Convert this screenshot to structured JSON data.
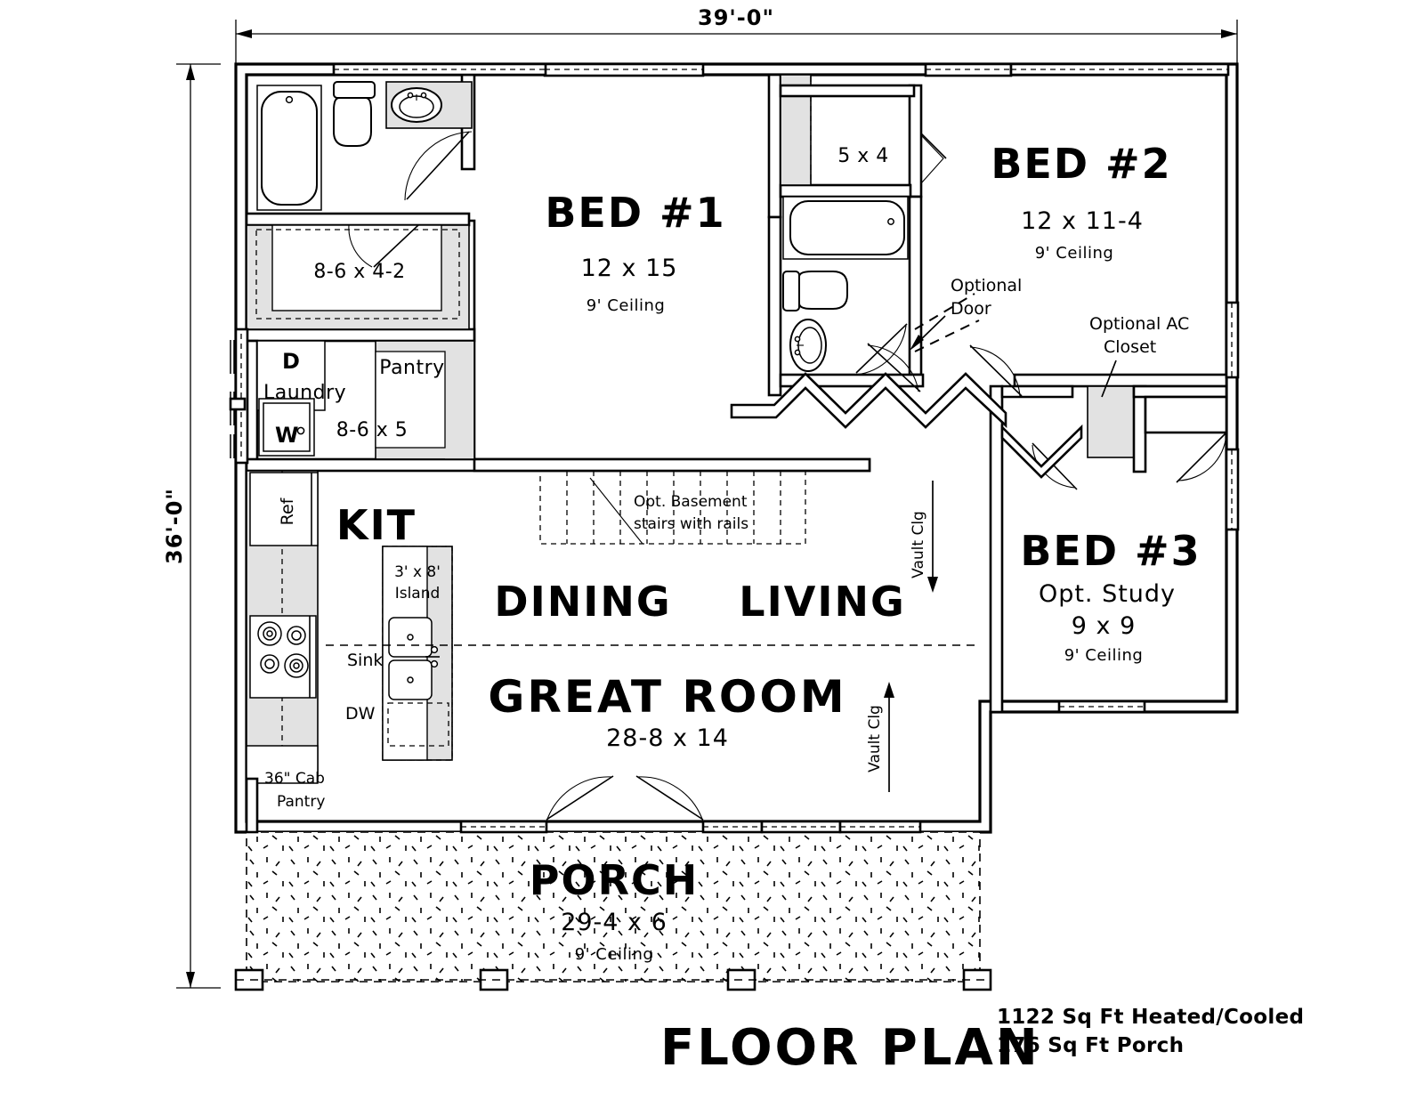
{
  "drawing": {
    "title": "FLOOR PLAN",
    "area_heated": "1122 Sq Ft Heated/Cooled",
    "area_porch": "176 Sq Ft Porch",
    "dim_width": "39'-0\"",
    "dim_height": "36'-0\""
  },
  "rooms": {
    "bed1": {
      "name": "BED #1",
      "size": "12 x 15",
      "ceiling": "9' Ceiling"
    },
    "bed2": {
      "name": "BED #2",
      "size": "12 x 11-4",
      "ceiling": "9' Ceiling"
    },
    "bed3": {
      "name": "BED #3",
      "alt": "Opt. Study",
      "size": "9 x 9",
      "ceiling": "9' Ceiling"
    },
    "great_room": {
      "name": "GREAT ROOM",
      "size": "28-8 x 14"
    },
    "dining": {
      "name": "DINING"
    },
    "living": {
      "name": "LIVING"
    },
    "kitchen": {
      "name": "KIT"
    },
    "porch": {
      "name": "PORCH",
      "size": "29-4 x 6",
      "ceiling": "9' Ceiling"
    },
    "laundry": {
      "name": "Laundry"
    },
    "pantry": {
      "name": "Pantry",
      "size": "8-6 x 5"
    }
  },
  "closets": {
    "master_closet": "8-6 x 4-2",
    "bed2_closet": "5 x 4"
  },
  "annotations": {
    "optional_door": "Optional\nDoor",
    "optional_door_l1": "Optional",
    "optional_door_l2": "Door",
    "optional_ac_l1": "Optional AC",
    "optional_ac_l2": "Closet",
    "basement_l1": "Opt. Basement",
    "basement_l2": "stairs with rails",
    "vault_clg_upper": "Vault Clg",
    "vault_clg_lower": "Vault Clg",
    "cab_pantry_l1": "36\" Cab",
    "cab_pantry_l2": "Pantry",
    "island_l1": "3' x 8'",
    "island_l2": "Island"
  },
  "appliances": {
    "dryer": "D",
    "washer": "W",
    "refrigerator": "Ref",
    "dishwasher": "DW",
    "sink": "Sink"
  }
}
